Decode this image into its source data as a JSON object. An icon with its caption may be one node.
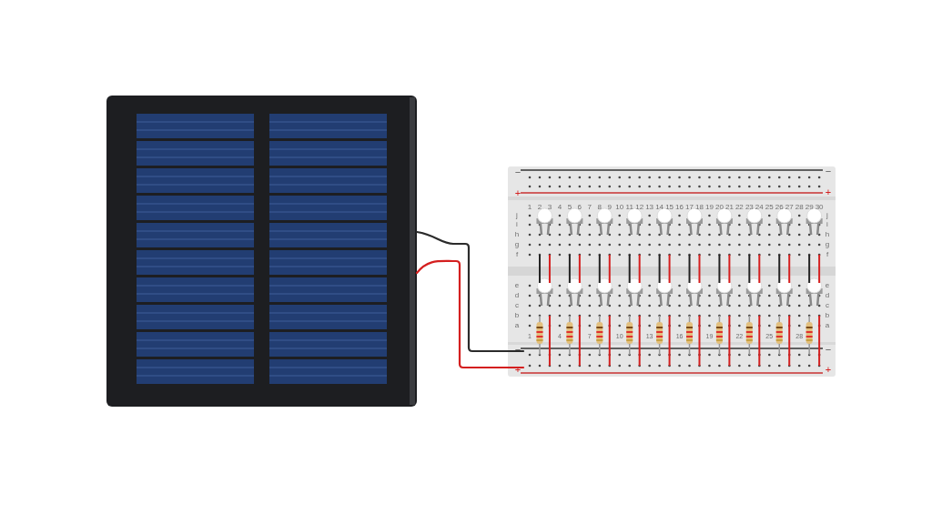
{
  "diagram": {
    "nodes": [
      {
        "text": [],
        "shape": "picture"
      },
      {
        "text": [],
        "shape": "picture"
      }
    ],
    "edges": [
      {
        "from": 0,
        "to": 1,
        "arrow": "none",
        "color": "#2b2b2b"
      },
      {
        "from": 0,
        "to": 1,
        "arrow": "none",
        "color": "#d41f1f"
      }
    ],
    "labels": [
      "−",
      "+",
      "−",
      "+",
      "1",
      "2",
      "3",
      "4",
      "5",
      "6",
      "7",
      "8",
      "9",
      "10",
      "11",
      "12",
      "13",
      "14",
      "15",
      "16",
      "17",
      "18",
      "19",
      "20",
      "21",
      "22",
      "23",
      "24",
      "25",
      "26",
      "27",
      "28",
      "29",
      "30",
      "j",
      "i",
      "h",
      "g",
      "f",
      "j",
      "i",
      "h",
      "g",
      "f",
      "e",
      "d",
      "c",
      "b",
      "a",
      "e",
      "d",
      "c",
      "b",
      "a",
      "1",
      "4",
      "7",
      "10",
      "13",
      "16",
      "19",
      "22",
      "25",
      "28",
      "−",
      "+",
      "−",
      "+"
    ]
  }
}
